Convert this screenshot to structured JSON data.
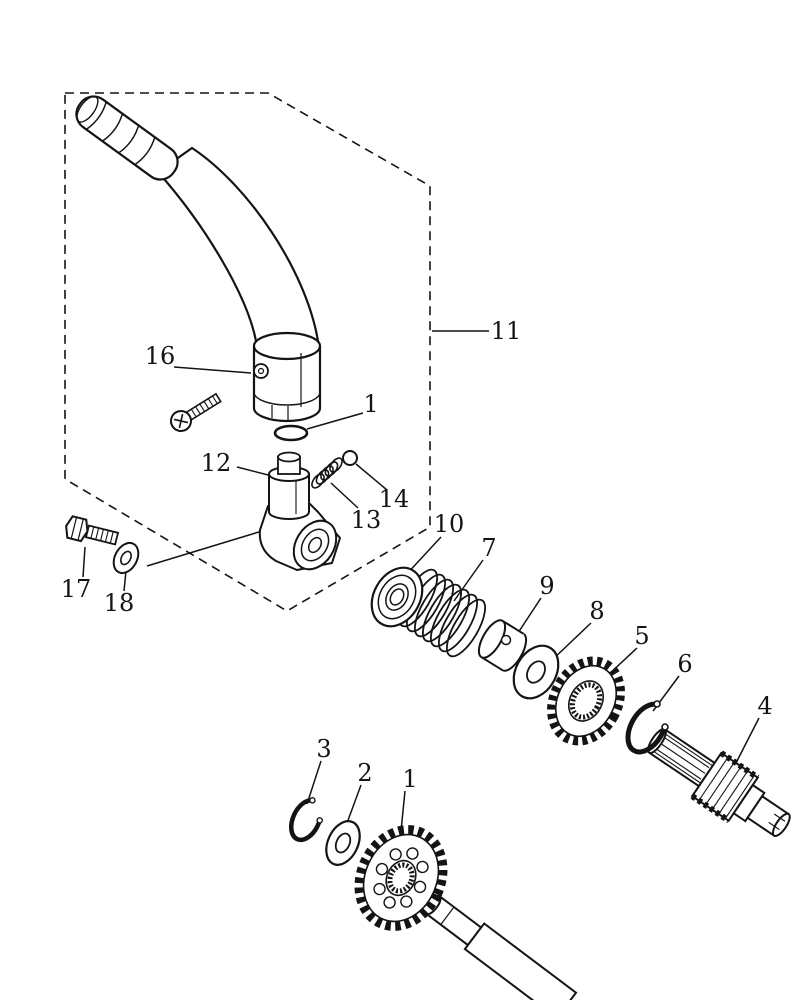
{
  "diagram": {
    "background": "#ffffff",
    "stroke_color": "#141414",
    "labels": {
      "p16": "16",
      "p11": "11",
      "p1_oring": "1",
      "p12": "12",
      "p13": "13",
      "p14": "14",
      "p10": "10",
      "p7": "7",
      "p9": "9",
      "p8": "8",
      "p5": "5",
      "p6": "6",
      "p4": "4",
      "p17": "17",
      "p18": "18",
      "p3": "3",
      "p2": "2",
      "p1_gear": "1"
    }
  }
}
